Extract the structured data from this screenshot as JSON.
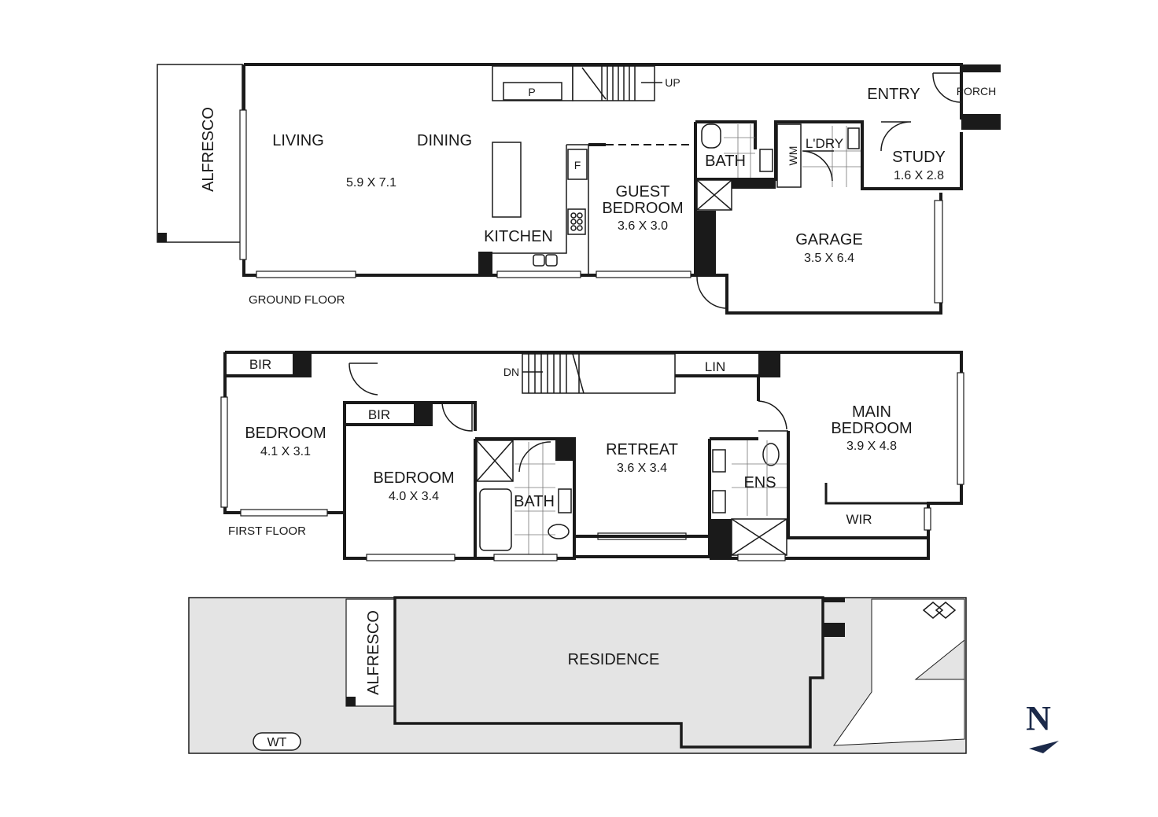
{
  "ground_floor": {
    "label": "GROUND FLOOR",
    "alfresco": "ALFRESCO",
    "living": "LIVING",
    "dining": "DINING",
    "living_dim": "5.9 X 7.1",
    "kitchen": "KITCHEN",
    "pantry": "P",
    "fridge": "F",
    "stair": "UP",
    "guest_bedroom_line1": "GUEST",
    "guest_bedroom_line2": "BEDROOM",
    "guest_bedroom_dim": "3.6 X 3.0",
    "bath": "BATH",
    "wm": "WM",
    "laundry": "L'DRY",
    "entry": "ENTRY",
    "porch": "PORCH",
    "study": "STUDY",
    "study_dim": "1.6 X 2.8",
    "garage": "GARAGE",
    "garage_dim": "3.5 X 6.4"
  },
  "first_floor": {
    "label": "FIRST FLOOR",
    "bir_1": "BIR",
    "bedroom_1": "BEDROOM",
    "bedroom_1_dim": "4.1 X 3.1",
    "bir_2": "BIR",
    "bedroom_2": "BEDROOM",
    "bedroom_2_dim": "4.0 X 3.4",
    "bath": "BATH",
    "stair": "DN",
    "retreat": "RETREAT",
    "retreat_dim": "3.6 X 3.4",
    "linen": "LIN",
    "ensuite": "ENS",
    "main_bedroom_line1": "MAIN",
    "main_bedroom_line2": "BEDROOM",
    "main_bedroom_dim": "3.9 X 4.8",
    "wir": "WIR"
  },
  "site_plan": {
    "alfresco": "ALFRESCO",
    "residence": "RESIDENCE",
    "water_tank": "WT"
  },
  "compass": {
    "north": "N",
    "icon": "north-arrow-icon"
  },
  "colors": {
    "wall": "#1a1a1a",
    "site_fill": "#e4e4e4",
    "background": "#ffffff"
  }
}
